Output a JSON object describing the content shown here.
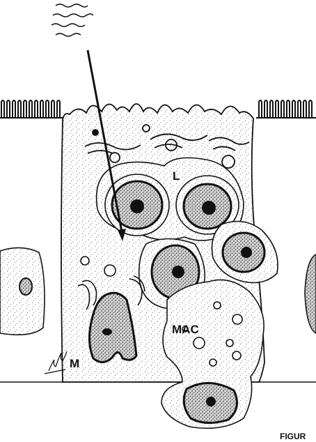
{
  "labels": {
    "lymphocyte": "L",
    "macrophage": "MAC",
    "m_cell": "M",
    "caption_fragment": "FIGUR"
  },
  "colors": {
    "ink": "#111111",
    "background": "#ffffff"
  },
  "icons": [
    "antigen-squiggle-icon",
    "penetration-arrow-icon",
    "artist-signature-icon"
  ]
}
